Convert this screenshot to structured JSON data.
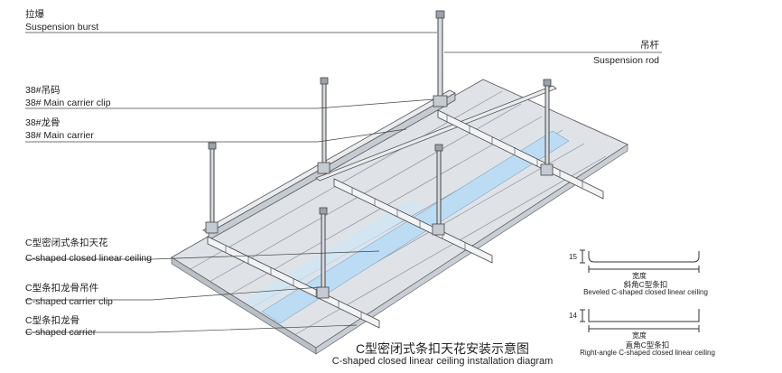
{
  "labels": {
    "suspension_burst_cn": "拉爆",
    "suspension_burst_en": "Suspension burst",
    "suspension_rod_cn": "吊杆",
    "suspension_rod_en": "Suspension rod",
    "main_carrier_clip_cn": "38#吊码",
    "main_carrier_clip_en": "38# Main carrier clip",
    "main_carrier_cn": "38#龙骨",
    "main_carrier_en": "38# Main carrier",
    "ceiling_cn": "C型密闭式条扣天花",
    "ceiling_en": "C-shaped closed linear ceiling",
    "carrier_clip_cn": "C型条扣龙骨吊件",
    "carrier_clip_en": "C-shaped carrier clip",
    "carrier_cn": "C型条扣龙骨",
    "carrier_en": "C-shaped carrier"
  },
  "profiles": {
    "beveled": {
      "height": "15",
      "width_label": "宽度",
      "title_cn": "斜角C型条扣",
      "title_en": "Beveled C-shaped closed linear ceiling"
    },
    "right_angle": {
      "height": "14",
      "width_label": "宽度",
      "title_cn": "直角C型条扣",
      "title_en": "Right-angle C-shaped closed linear ceiling"
    }
  },
  "caption": {
    "cn": "C型密闭式条扣天花安装示意图",
    "en": "C-shaped closed linear ceiling installation diagram"
  },
  "colors": {
    "panel": "#dfe3e8",
    "panel_dark": "#b9c0c8",
    "highlight": "#bcdcf4",
    "line": "#333333"
  }
}
